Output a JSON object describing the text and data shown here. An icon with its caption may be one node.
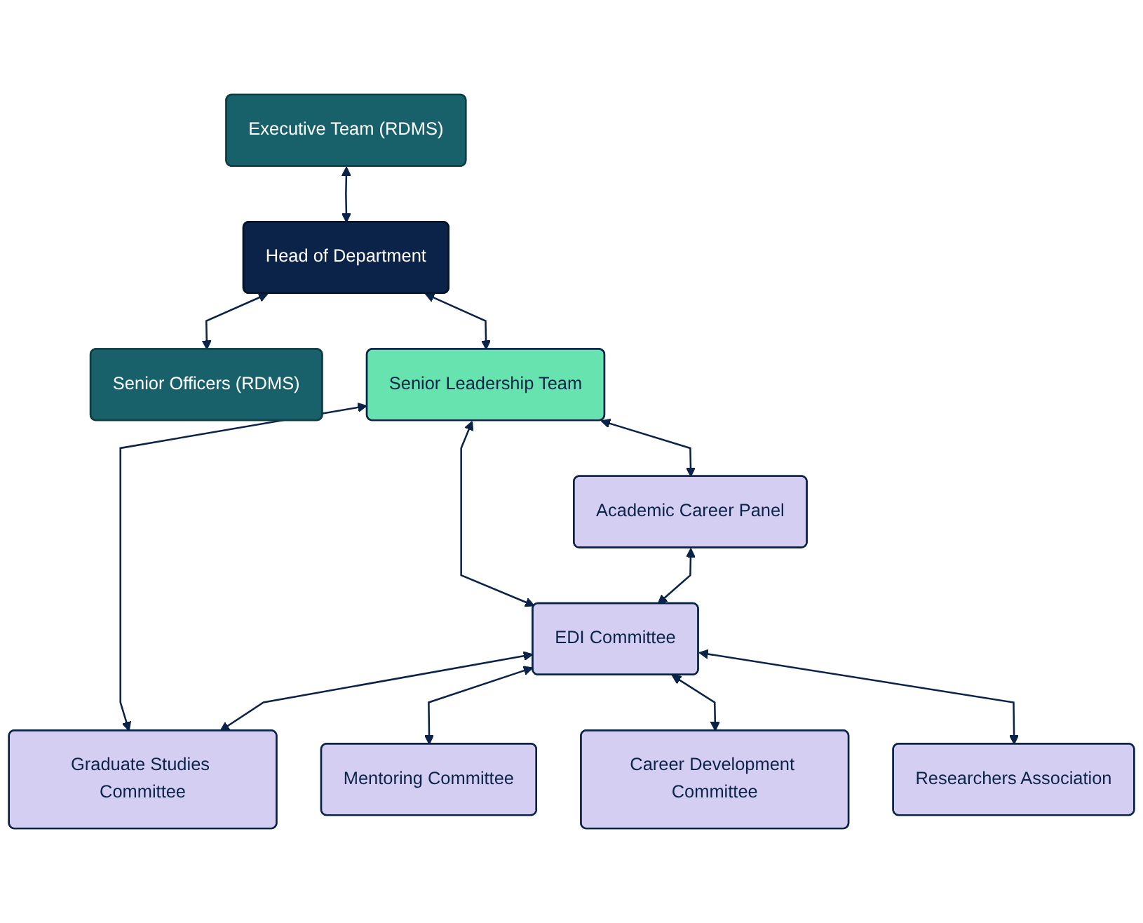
{
  "diagram": {
    "nodes": [
      {
        "text": [
          "Executive Team (RDMS)"
        ]
      },
      {
        "text": [
          "Head of Department"
        ]
      },
      {
        "text": [
          "Senior Officers (RDMS)"
        ]
      },
      {
        "text": [
          "Senior Leadership Team"
        ]
      },
      {
        "text": [
          "Academic Career Panel"
        ]
      },
      {
        "text": [
          "EDI Committee"
        ]
      },
      {
        "text": [
          "Graduate Studies Committee"
        ]
      },
      {
        "text": [
          "Mentoring Committee"
        ]
      },
      {
        "text": [
          "Career Development Committee"
        ]
      },
      {
        "text": [
          "Researchers Association"
        ]
      }
    ],
    "edges": [
      {
        "from": 0,
        "to": 1,
        "arrow": "both"
      },
      {
        "from": 1,
        "to": 2,
        "arrow": "both"
      },
      {
        "from": 1,
        "to": 3,
        "arrow": "both"
      },
      {
        "from": 3,
        "to": 4,
        "arrow": "both"
      },
      {
        "from": 3,
        "to": 5,
        "arrow": "both"
      },
      {
        "from": 3,
        "to": 6,
        "arrow": "both"
      },
      {
        "from": 4,
        "to": 5,
        "arrow": "both"
      },
      {
        "from": 5,
        "to": 6,
        "arrow": "both"
      },
      {
        "from": 5,
        "to": 7,
        "arrow": "both"
      },
      {
        "from": 5,
        "to": 8,
        "arrow": "both"
      },
      {
        "from": 5,
        "to": 9,
        "arrow": "both"
      }
    ]
  }
}
